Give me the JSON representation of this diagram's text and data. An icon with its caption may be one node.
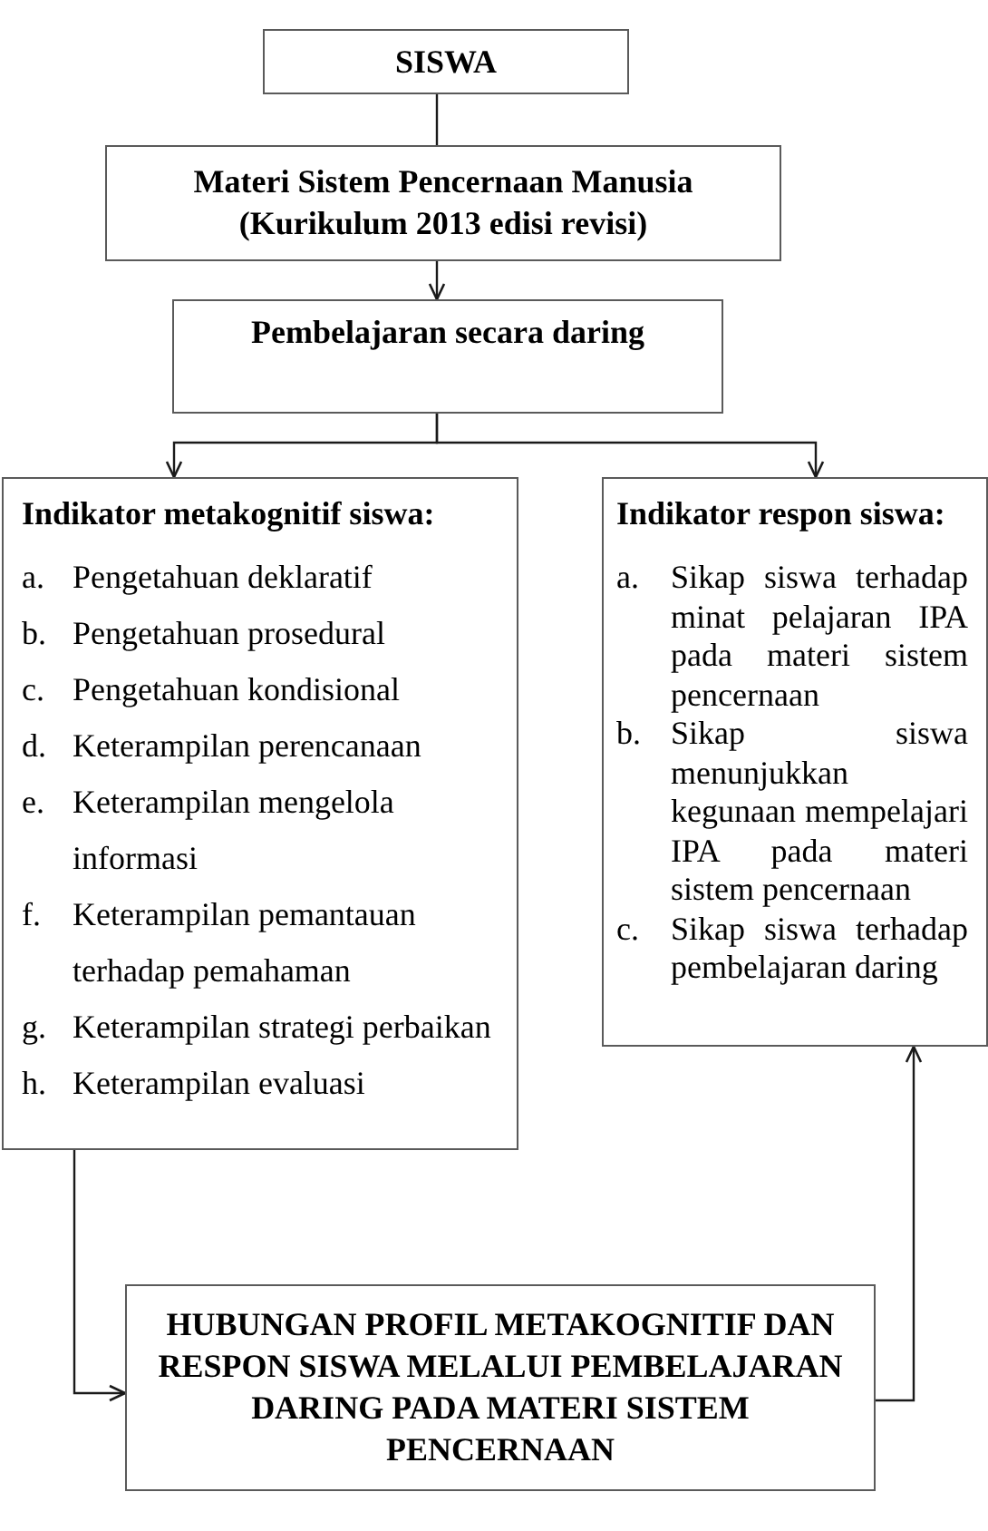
{
  "diagram": {
    "nodes": [
      {
        "text": [
          "SISWA"
        ]
      },
      {
        "text": [
          "Materi Sistem Pencernaan Manusia",
          "(Kurikulum 2013 edisi revisi)"
        ]
      },
      {
        "text": [
          "Pembelajaran secara daring"
        ]
      },
      {
        "text": [
          "Indikator metakognitif siswa:",
          "a. Pengetahuan deklaratif",
          "b. Pengetahuan prosedural",
          "c. Pengetahuan kondisional",
          "d. Keterampilan perencanaan",
          "e. Keterampilan mengelola informasi",
          "f. Keterampilan pemantauan terhadap pemahaman",
          "g. Keterampilan strategi perbaikan",
          "h. Keterampilan evaluasi"
        ]
      },
      {
        "text": [
          "Indikator respon siswa:",
          "a. Sikap siswa terhadap minat pelajaran IPA pada materi sistem pencernaan",
          "b. Sikap siswa menunjukkan kegunaan mempelajari IPA pada materi sistem pencernaan",
          "c. Sikap siswa terhadap pembelajaran daring"
        ]
      },
      {
        "text": [
          "HUBUNGAN PROFIL METAKOGNITIF DAN RESPON SISWA MELALUI PEMBELAJARAN DARING PADA MATERI SISTEM PENCERNAAN"
        ]
      }
    ],
    "edges": [
      {
        "from": 0,
        "to": 1,
        "arrow": "none"
      },
      {
        "from": 1,
        "to": 2,
        "arrow": "to"
      },
      {
        "from": 2,
        "to": 3,
        "arrow": "to"
      },
      {
        "from": 2,
        "to": 4,
        "arrow": "to"
      },
      {
        "from": 3,
        "to": 5,
        "arrow": "to"
      },
      {
        "from": 5,
        "to": 4,
        "arrow": "to"
      }
    ]
  }
}
